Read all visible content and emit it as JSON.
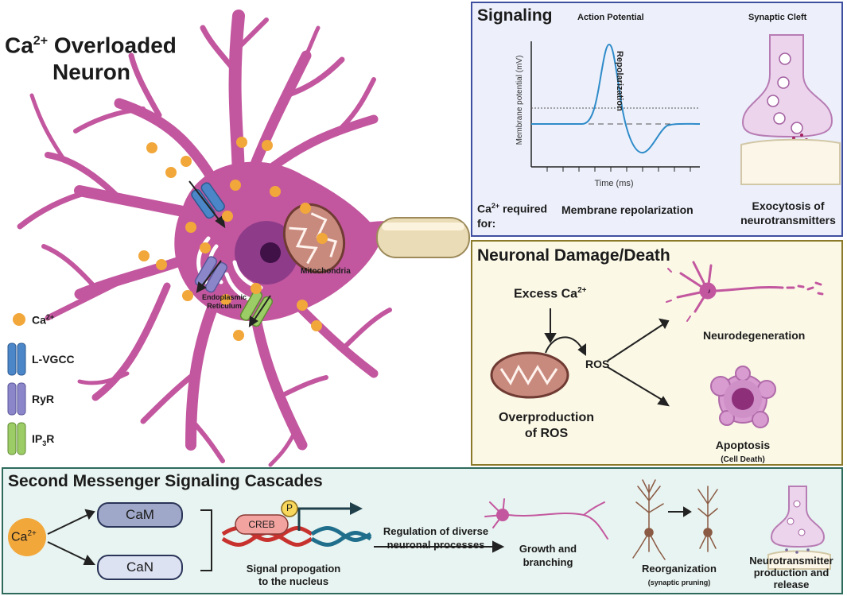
{
  "main": {
    "title_line1": "Ca",
    "title_sup": "2+",
    "title_line1_rest": " Overloaded",
    "title_line2": "Neuron",
    "mitochondria_label": "Mitochondria",
    "er_label_1": "Endoplasmic",
    "er_label_2": "Reticulum"
  },
  "legend": {
    "ca_label": "Ca",
    "ca_sup": "2+",
    "lvgcc_label": "L-VGCC",
    "ryr_label": "RyR",
    "ip3r_pre": "IP",
    "ip3r_sub": "3",
    "ip3r_post": "R"
  },
  "signaling": {
    "title": "Signaling",
    "ap_title": "Action Potential",
    "cleft_title": "Synaptic Cleft",
    "ylabel": "Membrane potential (mV)",
    "xlabel": "Time (ms)",
    "repol_label": "Repolarization",
    "req_ca": "Ca",
    "req_sup": "2+",
    "req_rest": " required",
    "req_for": "for:",
    "membrane_repol": "Membrane repolarization",
    "exo_1": "Exocytosis of",
    "exo_2": "neurotransmitters"
  },
  "damage": {
    "title": "Neuronal Damage/Death",
    "excess": "Excess Ca",
    "excess_sup": "2+",
    "ros": "ROS",
    "overprod_1": "Overproduction",
    "overprod_2": "of ROS",
    "neurodegeneration": "Neurodegeneration",
    "apoptosis": "Apoptosis",
    "cell_death": "(Cell Death)"
  },
  "cascade": {
    "title": "Second Messenger Signaling Cascades",
    "ca": "Ca",
    "ca_sup": "2+",
    "cam": "CaM",
    "can": "CaN",
    "creb": "CREB",
    "p": "P",
    "signal_1": "Signal propogation",
    "signal_2": "to the nucleus",
    "reg_1": "Regulation of diverse",
    "reg_2": "neuronal processes",
    "growth_1": "Growth and",
    "growth_2": "branching",
    "reorg_1": "Reorganization",
    "reorg_2": "(synaptic pruning)",
    "nt_1": "Neurotransmitter",
    "nt_2": "production and",
    "nt_3": "release"
  },
  "colors": {
    "neuron": "#c3579f",
    "calcium": "#f2a73a",
    "lvgcc": "#4a86c8",
    "ryr": "#8a86c9",
    "ip3r": "#9ccc65",
    "signaling_border": "#3f4fa0",
    "damage_border": "#8b7a2a",
    "cascade_border": "#2e6a5c"
  }
}
